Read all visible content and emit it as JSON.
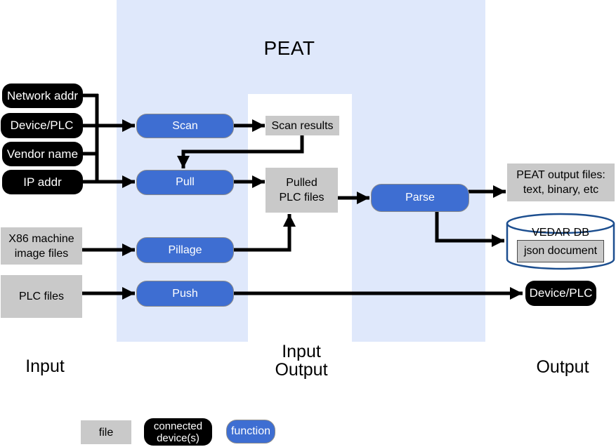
{
  "title": "PEAT",
  "section_labels": {
    "input": "Input",
    "input_output": [
      "Input",
      "Output"
    ],
    "output": "Output"
  },
  "nodes": {
    "network_addr": {
      "label": "Network addr",
      "type": "connected-device"
    },
    "device_plc_in": {
      "label": "Device/PLC",
      "type": "connected-device"
    },
    "vendor_name": {
      "label": "Vendor name",
      "type": "connected-device"
    },
    "ip_addr": {
      "label": "IP addr",
      "type": "connected-device"
    },
    "x86_image_files": {
      "lines": [
        "X86 machine",
        "image files"
      ],
      "type": "file"
    },
    "plc_files": {
      "label": "PLC files",
      "type": "file"
    },
    "scan": {
      "label": "Scan",
      "type": "function"
    },
    "pull": {
      "label": "Pull",
      "type": "function"
    },
    "pillage": {
      "label": "Pillage",
      "type": "function"
    },
    "push": {
      "label": "Push",
      "type": "function"
    },
    "parse": {
      "label": "Parse",
      "type": "function"
    },
    "scan_results": {
      "label": "Scan results",
      "type": "file"
    },
    "pulled_plc_files": {
      "lines": [
        "Pulled",
        "PLC files"
      ],
      "type": "file"
    },
    "peat_output_files": {
      "lines": [
        "PEAT output files:",
        "text, binary, etc"
      ],
      "type": "file"
    },
    "vedar_db": {
      "label": "VEDAR DB",
      "type": "database"
    },
    "json_document": {
      "label": "json document",
      "type": "file"
    },
    "device_plc_out": {
      "label": "Device/PLC",
      "type": "connected-device"
    }
  },
  "legend": {
    "file": "file",
    "connected_devices": [
      "connected",
      "device(s)"
    ],
    "function": "function"
  },
  "colors": {
    "region_fill": "#DFE8FB",
    "function_fill": "#3E6ED2",
    "function_border": "#8A8A8A",
    "file_fill": "#C9C9C9",
    "device_fill": "#000000",
    "db_stroke": "#1C4E8F",
    "json_border": "#4A4A4A",
    "arrow": "#000000"
  }
}
